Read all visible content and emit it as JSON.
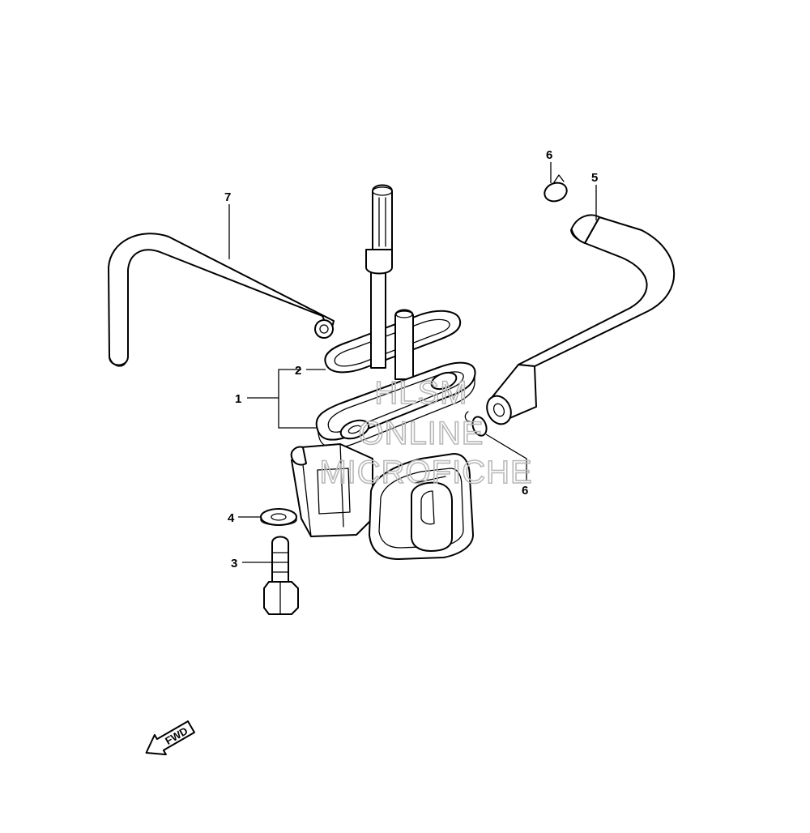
{
  "callouts": [
    {
      "id": "callout-1",
      "label": "1"
    },
    {
      "id": "callout-2",
      "label": "2"
    },
    {
      "id": "callout-3",
      "label": "3"
    },
    {
      "id": "callout-4",
      "label": "4"
    },
    {
      "id": "callout-5",
      "label": "5"
    },
    {
      "id": "callout-6a",
      "label": "6"
    },
    {
      "id": "callout-6b",
      "label": "6"
    },
    {
      "id": "callout-7",
      "label": "7"
    }
  ],
  "watermark": {
    "line1": "HLSM",
    "line2": "ONLINE",
    "line3": "MICROFICHE"
  },
  "direction_arrow": {
    "label": "FWD",
    "icon": "fwd-arrow-icon"
  }
}
